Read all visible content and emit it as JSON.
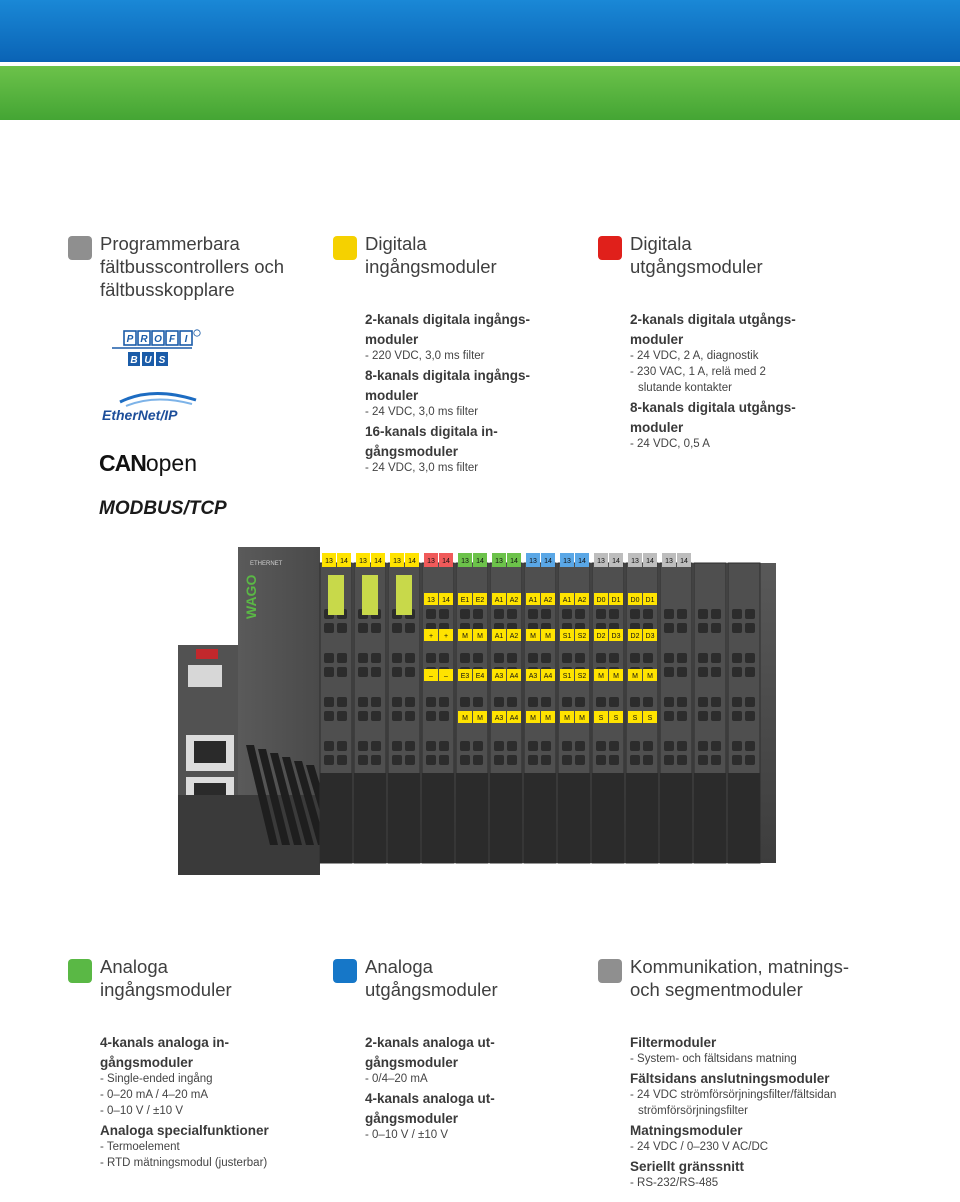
{
  "colors": {
    "gray": "#8f8f8f",
    "yellow": "#f5d100",
    "red": "#e0201b",
    "green": "#5ab845",
    "blue": "#1677c8"
  },
  "col1": {
    "title_lines": [
      "Programmerbara",
      "fältbusscontrollers och",
      "fältbusskopplare"
    ],
    "logos": {
      "profibus_top": "PROFI",
      "profibus_bottom": "BUS",
      "ethernet": "EtherNet/IP",
      "canopen_can": "CAN",
      "canopen_open": "open",
      "modbus": "MODBUS/TCP"
    }
  },
  "col2": {
    "title_lines": [
      "Digitala",
      "ingångsmoduler"
    ],
    "items": [
      {
        "type": "sub",
        "text": "2-kanals digitala ingångs-"
      },
      {
        "type": "sub",
        "text": "moduler"
      },
      {
        "type": "item",
        "text": "- 220 VDC, 3,0 ms filter"
      },
      {
        "type": "sub",
        "text": "8-kanals digitala ingångs-"
      },
      {
        "type": "sub",
        "text": "moduler"
      },
      {
        "type": "item",
        "text": "- 24 VDC, 3,0 ms filter"
      },
      {
        "type": "sub",
        "text": "16-kanals digitala in-"
      },
      {
        "type": "sub",
        "text": "gångsmoduler"
      },
      {
        "type": "item",
        "text": "- 24 VDC, 3,0 ms filter"
      }
    ]
  },
  "col3": {
    "title_lines": [
      "Digitala",
      "utgångsmoduler"
    ],
    "items": [
      {
        "type": "sub",
        "text": "2-kanals digitala utgångs-"
      },
      {
        "type": "sub",
        "text": "moduler"
      },
      {
        "type": "item",
        "text": "- 24 VDC, 2 A, diagnostik"
      },
      {
        "type": "item",
        "text": "- 230 VAC, 1 A, relä med 2"
      },
      {
        "type": "item indent",
        "text": "slutande kontakter"
      },
      {
        "type": "sub",
        "text": "8-kanals digitala utgångs-"
      },
      {
        "type": "sub",
        "text": "moduler"
      },
      {
        "type": "item",
        "text": "- 24 VDC, 0,5 A"
      }
    ]
  },
  "col4": {
    "title_lines": [
      "Analoga",
      "ingångsmoduler"
    ],
    "items": [
      {
        "type": "sub",
        "text": "4-kanals analoga in-"
      },
      {
        "type": "sub",
        "text": "gångsmoduler"
      },
      {
        "type": "item",
        "text": "- Single-ended ingång"
      },
      {
        "type": "item",
        "text": "- 0–20 mA / 4–20 mA"
      },
      {
        "type": "item",
        "text": "- 0–10 V / ±10 V"
      },
      {
        "type": "sub",
        "text": "Analoga specialfunktioner"
      },
      {
        "type": "item",
        "text": "- Termoelement"
      },
      {
        "type": "item",
        "text": "- RTD mätningsmodul (justerbar)"
      }
    ]
  },
  "col5": {
    "title_lines": [
      "Analoga",
      "utgångsmoduler"
    ],
    "items": [
      {
        "type": "sub",
        "text": "2-kanals analoga ut-"
      },
      {
        "type": "sub",
        "text": "gångsmoduler"
      },
      {
        "type": "item",
        "text": "- 0/4–20 mA"
      },
      {
        "type": "sub",
        "text": "4-kanals analoga ut-"
      },
      {
        "type": "sub",
        "text": "gångsmoduler"
      },
      {
        "type": "item",
        "text": "- 0–10 V / ±10 V"
      }
    ]
  },
  "col6": {
    "title_lines": [
      "Kommunikation, matnings-",
      "och segmentmoduler"
    ],
    "items": [
      {
        "type": "sub",
        "text": "Filtermoduler"
      },
      {
        "type": "item",
        "text": "- System- och fältsidans matning"
      },
      {
        "type": "sub",
        "text": "Fältsidans anslutningsmoduler"
      },
      {
        "type": "item",
        "text": "- 24 VDC strömförsörjningsfilter/fältsidan"
      },
      {
        "type": "item indent",
        "text": "strömförsörjningsfilter"
      },
      {
        "type": "sub",
        "text": "Matningsmoduler"
      },
      {
        "type": "item",
        "text": "- 24 VDC / 0–230 V AC/DC"
      },
      {
        "type": "sub",
        "text": "Seriellt gränssnitt"
      },
      {
        "type": "item",
        "text": "- RS-232/RS-485"
      }
    ]
  },
  "device": {
    "brand": "WAGO",
    "top_labels": [
      "13",
      "14",
      "13",
      "14",
      "13",
      "14",
      "13",
      "14",
      "13",
      "14",
      "13",
      "14",
      "13",
      "14",
      "13",
      "14",
      "13",
      "14",
      "13",
      "14",
      "13",
      "14"
    ],
    "row2_labels": [
      "13",
      "14",
      "E1",
      "E2",
      "A1",
      "A2",
      "A1",
      "A2",
      "A1",
      "A2",
      "D0",
      "D1",
      "D0",
      "D1"
    ],
    "row3_labels": [
      "+",
      "+",
      "M",
      "M",
      "A1",
      "A2",
      "M",
      "M",
      "S1",
      "S2",
      "D2",
      "D3",
      "D2",
      "D3"
    ],
    "row4_labels": [
      "–",
      "–",
      "E3",
      "E4",
      "A3",
      "A4",
      "A3",
      "A4",
      "S1",
      "S2",
      "M",
      "M",
      "M",
      "M"
    ],
    "row5_labels": [
      "M",
      "M",
      "A3",
      "A4",
      "M",
      "M",
      "M",
      "M",
      "S",
      "S",
      "S",
      "S"
    ]
  }
}
